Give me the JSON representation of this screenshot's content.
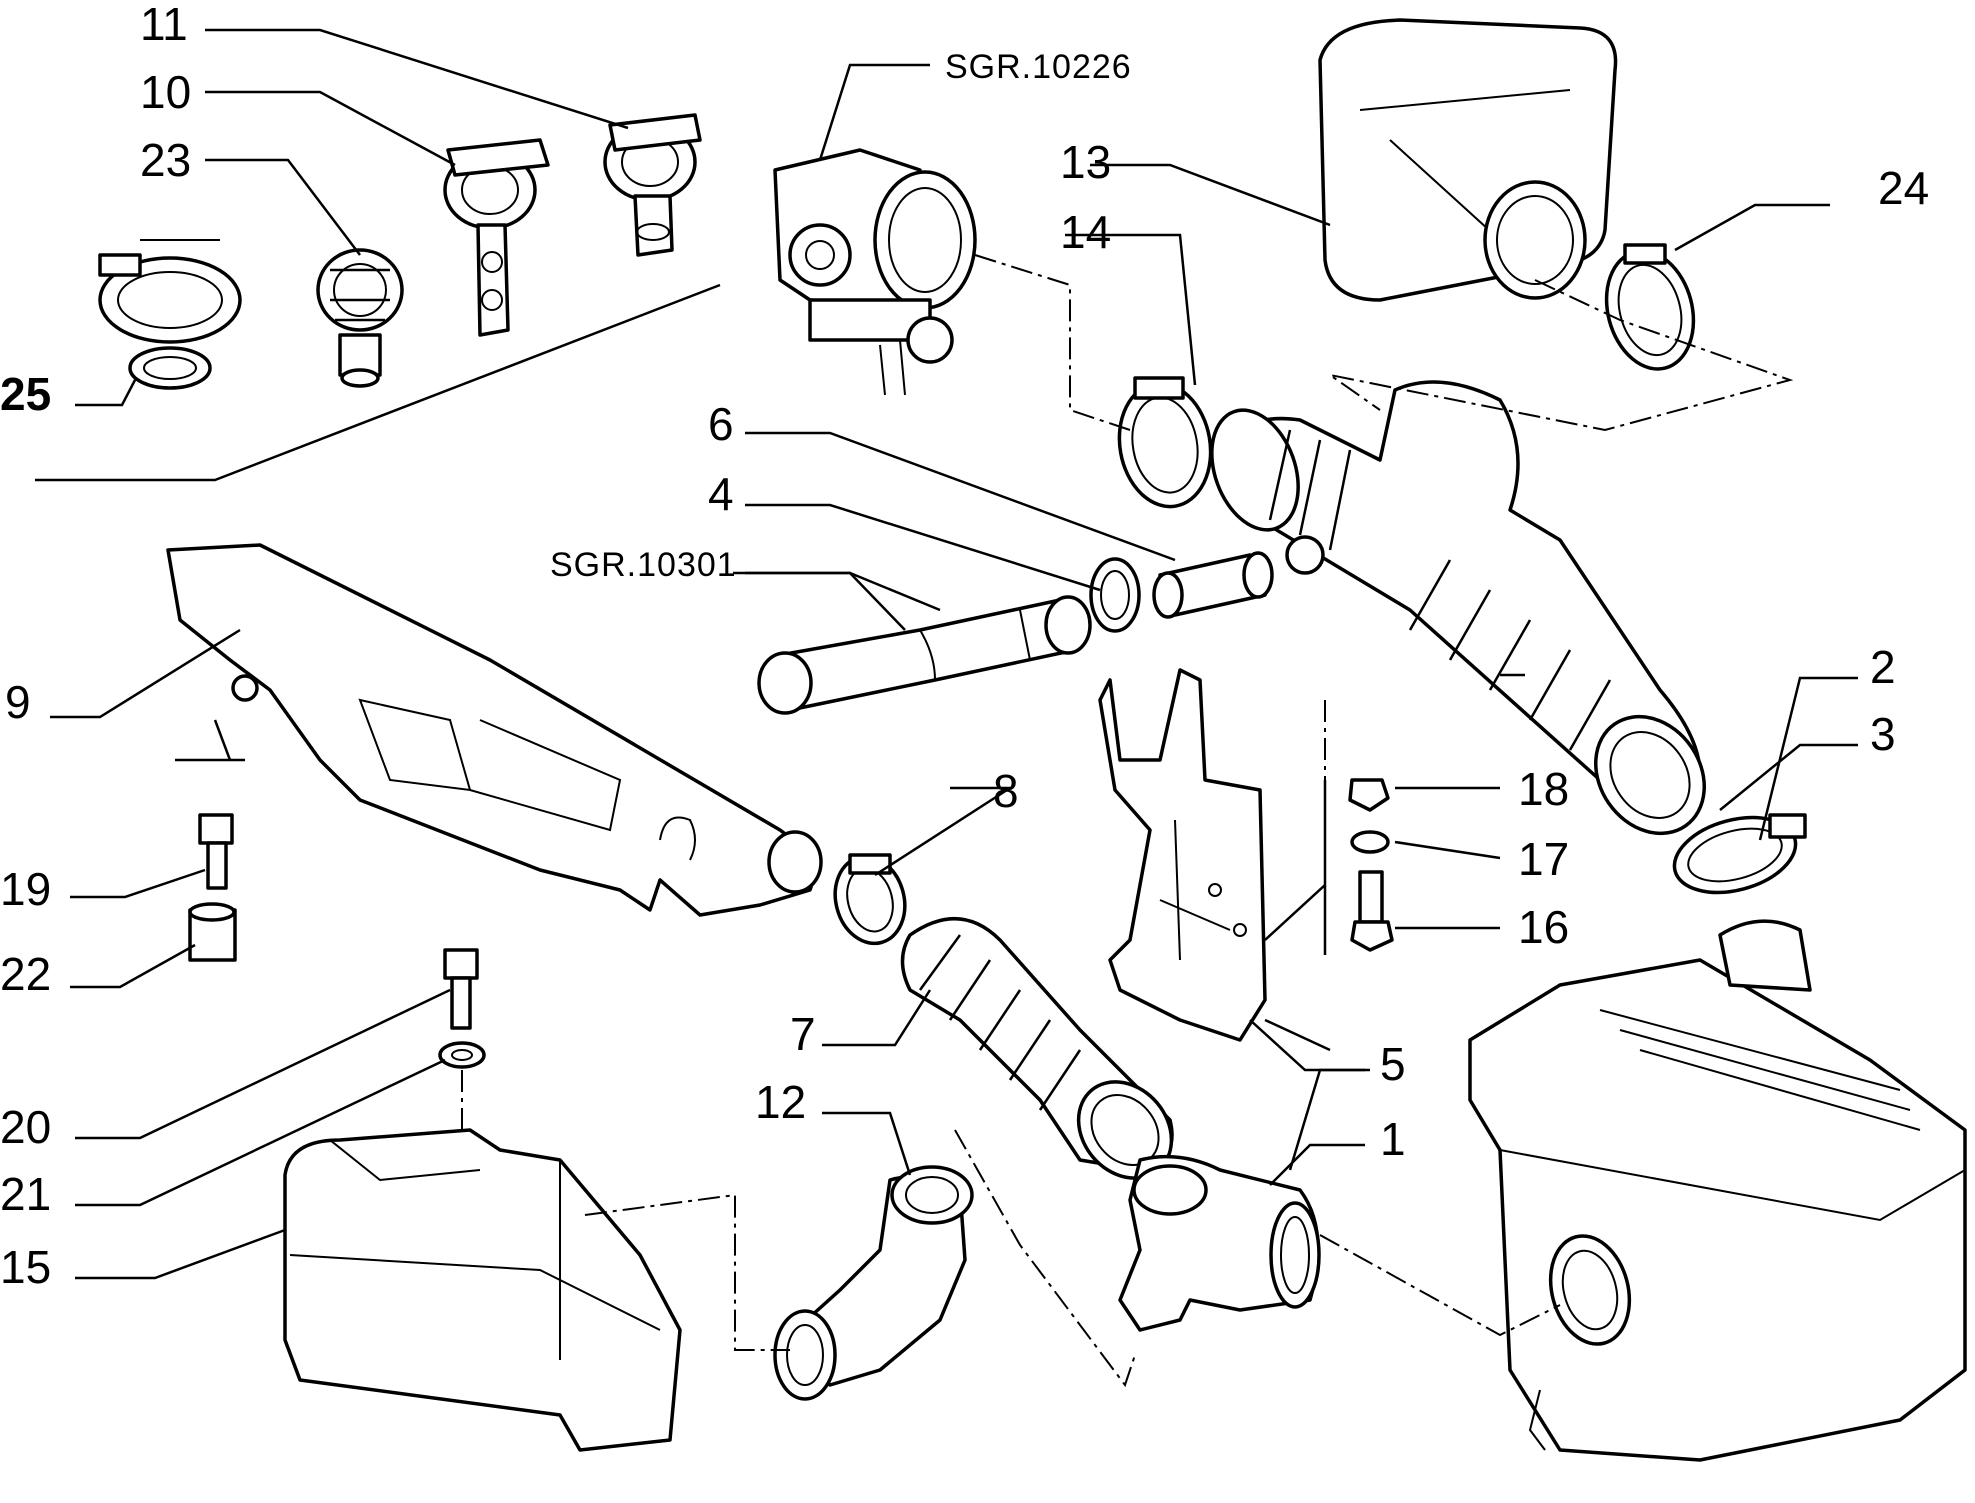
{
  "diagram": {
    "callouts": {
      "c1": "1",
      "c2": "2",
      "c3": "3",
      "c4": "4",
      "c5": "5",
      "c6": "6",
      "c7": "7",
      "c8": "8",
      "c9": "9",
      "c10": "10",
      "c11": "11",
      "c12": "12",
      "c13": "13",
      "c14": "14",
      "c15": "15",
      "c16": "16",
      "c17": "17",
      "c18": "18",
      "c19": "19",
      "c20": "20",
      "c21": "21",
      "c22": "22",
      "c23": "23",
      "c24": "24",
      "c25": "25"
    },
    "references": {
      "throttle_body": "SGR.10226",
      "pipe_assembly": "SGR.10301"
    }
  }
}
